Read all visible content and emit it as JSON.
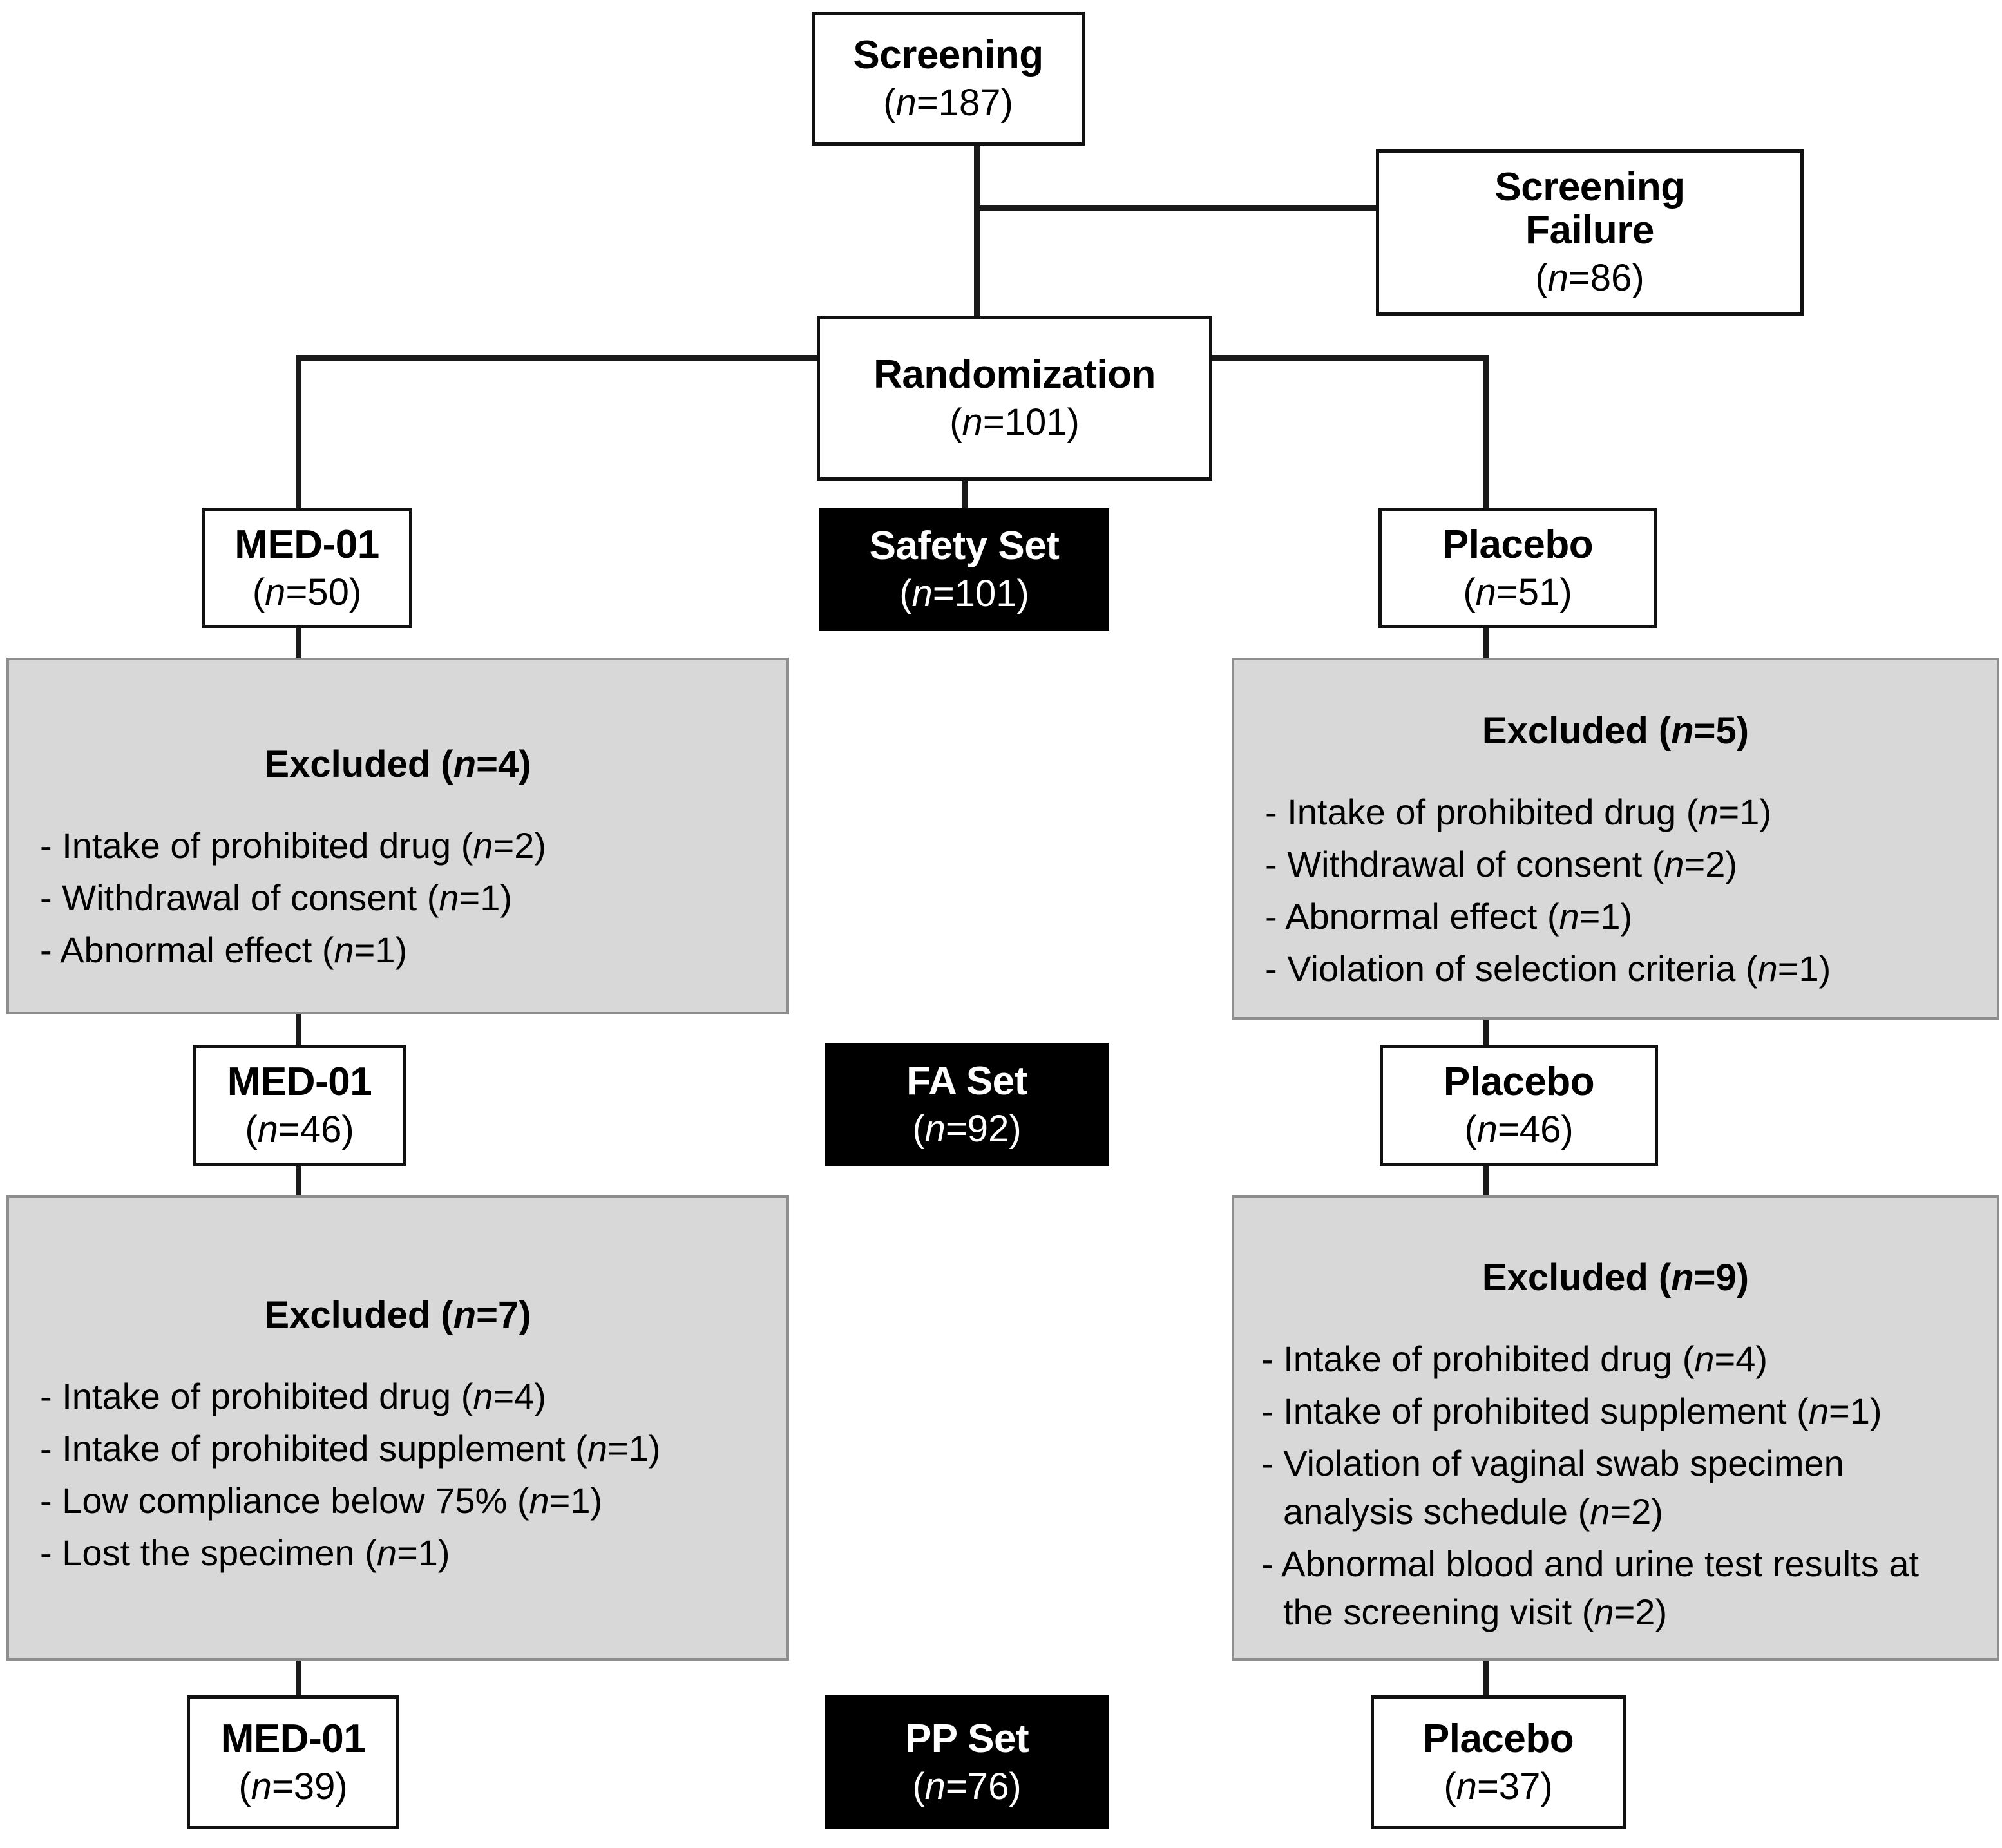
{
  "diagram": {
    "type": "consort-flow-diagram",
    "nodes": {
      "screening": {
        "title": "Screening",
        "count": "(n=187)"
      },
      "screening_failure": {
        "title_line1": "Screening",
        "title_line2": "Failure",
        "count": "(n=86)"
      },
      "randomization": {
        "title": "Randomization",
        "count": "(n=101)"
      },
      "med01_safety": {
        "title": "MED-01",
        "count": "(n=50)"
      },
      "safety_set": {
        "title": "Safety Set",
        "count": "(n=101)"
      },
      "placebo_safety": {
        "title": "Placebo",
        "count": "(n=51)"
      },
      "med01_fa": {
        "title": "MED-01",
        "count": "(n=46)"
      },
      "fa_set": {
        "title": "FA Set",
        "count": "(n=92)"
      },
      "placebo_fa": {
        "title": "Placebo",
        "count": "(n=46)"
      },
      "med01_pp": {
        "title": "MED-01",
        "count": "(n=39)"
      },
      "pp_set": {
        "title": "PP Set",
        "count": "(n=76)"
      },
      "placebo_pp": {
        "title": "Placebo",
        "count": "(n=37)"
      }
    },
    "excluded": {
      "left_top": {
        "heading": "Excluded (n=4)",
        "items": [
          "- Intake of prohibited drug (n=2)",
          "- Withdrawal of consent (n=1)",
          "- Abnormal effect (n=1)"
        ]
      },
      "right_top": {
        "heading": "Excluded (n=5)",
        "items": [
          "- Intake of prohibited drug (n=1)",
          "- Withdrawal of consent (n=2)",
          "- Abnormal effect (n=1)",
          "- Violation of selection criteria (n=1)"
        ]
      },
      "left_bottom": {
        "heading": "Excluded (n=7)",
        "items": [
          "- Intake of prohibited drug (n=4)",
          "- Intake of prohibited supplement (n=1)",
          "- Low compliance below 75% (n=1)",
          "- Lost the specimen (n=1)"
        ]
      },
      "right_bottom": {
        "heading": "Excluded (n=9)",
        "items": [
          "- Intake of prohibited drug (n=4)",
          "- Intake of prohibited supplement (n=1)",
          "- Violation of vaginal swab specimen analysis schedule (n=2)",
          "- Abnormal blood and urine test results at the screening visit (n=2)"
        ]
      }
    },
    "colors": {
      "box_border": "#111111",
      "gray_fill": "#d8d8d8",
      "gray_border": "#8e8e8e",
      "black_fill": "#000000",
      "line": "#1a1a1a",
      "text": "#000000",
      "inverse_text": "#ffffff"
    }
  }
}
